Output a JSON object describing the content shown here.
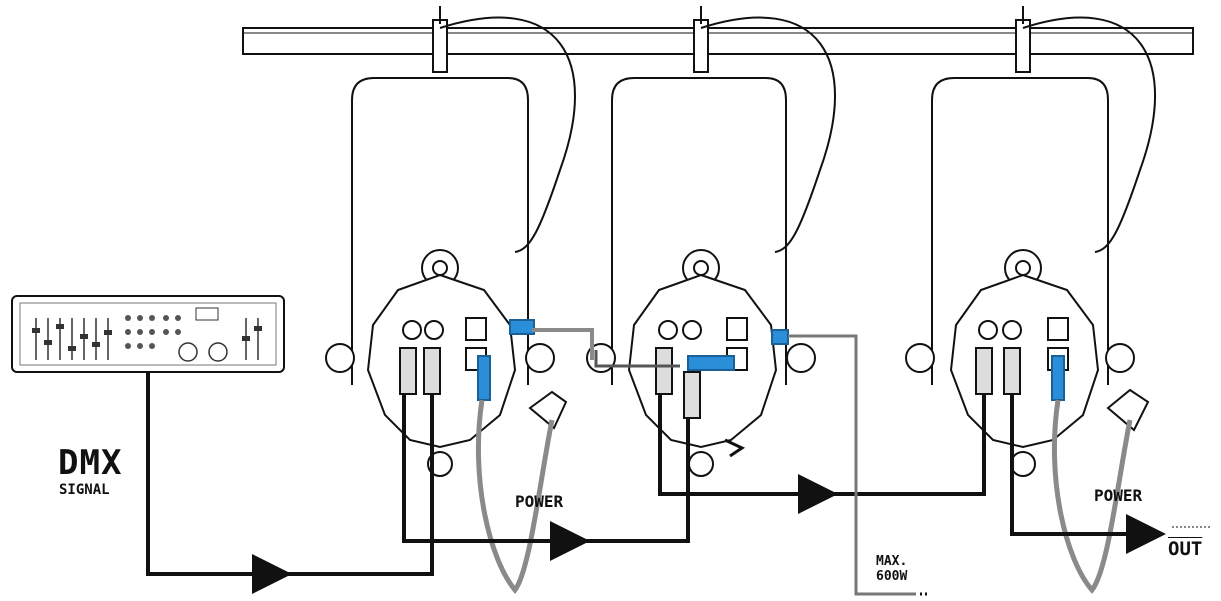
{
  "labels": {
    "dmx": "DMX",
    "signal": "SIGNAL",
    "power_left": "POWER",
    "power_right": "POWER",
    "out": "OUT",
    "max": "MAX.",
    "watt": "600W"
  },
  "colors": {
    "line": "#111111",
    "connector_blue": "#2a8fd8",
    "cable_gray": "#8a8a8a"
  }
}
